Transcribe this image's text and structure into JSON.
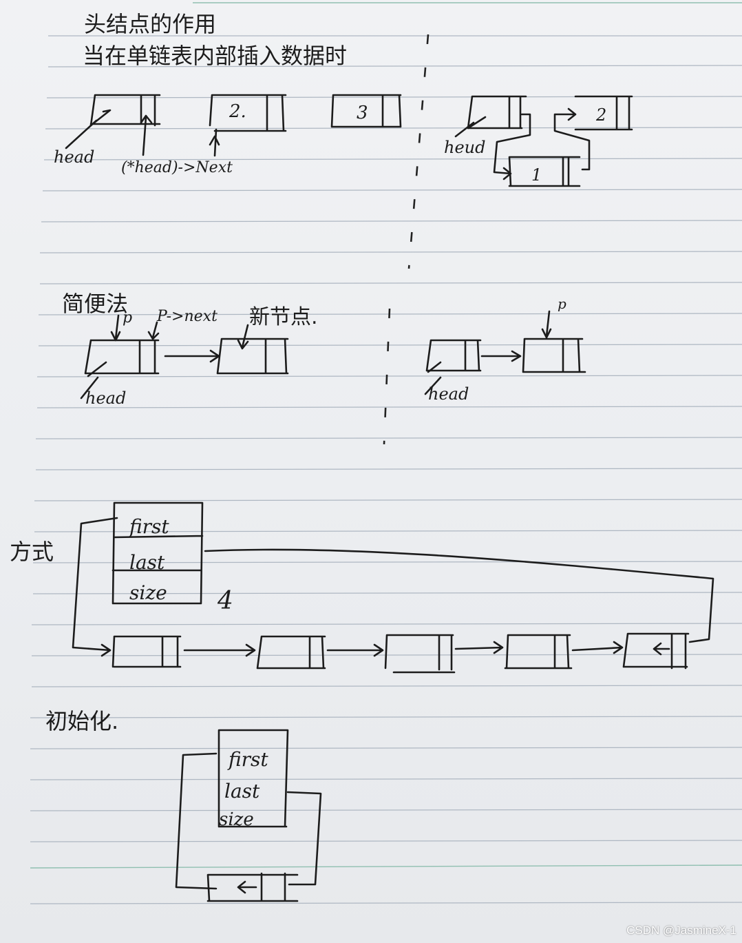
{
  "section1": {
    "title": "头结点的作用",
    "subtitle": "当在单链表内部插入数据时",
    "node_values": [
      "2.",
      "3"
    ],
    "insert_values": [
      "2",
      "1"
    ],
    "head_label": "head",
    "head_label_right": "heud",
    "next_label": "(*head)->Next"
  },
  "section2": {
    "title": "简便法",
    "p_label": "p",
    "pnext_label": "P->next",
    "new_node_label": "新节点.",
    "head_label": "head",
    "head_label_right": "head",
    "p_label_right": "p"
  },
  "section3": {
    "title": "方式",
    "fields": [
      "first",
      "last",
      "size"
    ],
    "size_value": "4"
  },
  "section4": {
    "title": "初始化.",
    "fields": [
      "first",
      "last",
      "size"
    ]
  },
  "watermark": "CSDN @JasmineX-1"
}
